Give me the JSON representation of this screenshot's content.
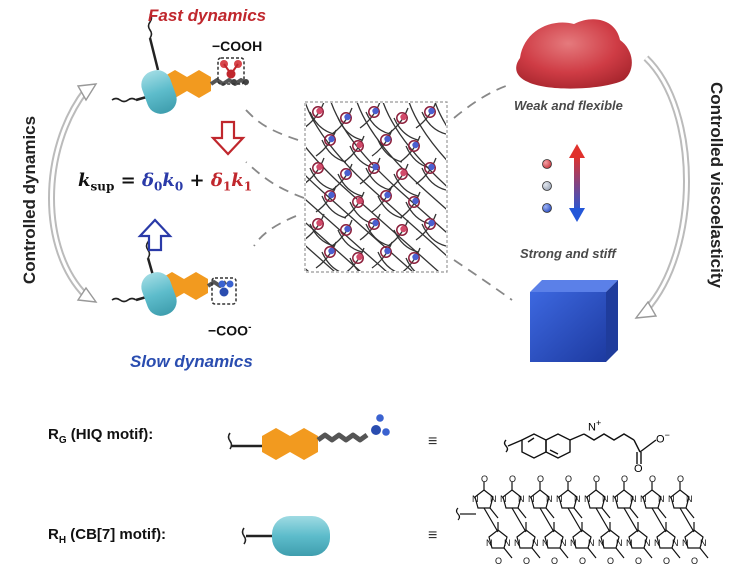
{
  "labels": {
    "fast_dynamics": "Fast dynamics",
    "slow_dynamics": "Slow dynamics",
    "cooh": "−COOH",
    "coo": "−COO",
    "coo_charge": "-",
    "controlled_dynamics": "Controlled dynamics",
    "controlled_viscoelasticity": "Controlled viscoelasticity",
    "weak_flexible": "Weak and flexible",
    "strong_stiff": "Strong and stiff",
    "equiv": "≡"
  },
  "equation": {
    "k": "k",
    "k_sub": "sup",
    "equals": " = ",
    "delta": "δ",
    "d0_sub": "0",
    "k0": "k",
    "k0_sub": "0",
    "plus": " + ",
    "d1_sub": "1",
    "k1_sub": "1"
  },
  "motifs": {
    "rg_letter": "R",
    "rg_sub": "G",
    "rg_name": " (HIQ motif):",
    "rh_letter": "R",
    "rh_sub": "H",
    "rh_name": " (CB[7] motif):",
    "n_plus": "N",
    "plus_sign": "+",
    "o_minus": "O",
    "minus_sign": "−",
    "o_atom": "O",
    "n_atom": "N"
  },
  "colors": {
    "fast_red": "#c0272d",
    "slow_blue": "#2a4db0",
    "hexagon_orange": "#f29a1f",
    "cb7_cyan": "#6cc3cf",
    "blob_red": "#d2474f",
    "cube_blue": "#2e55c9"
  }
}
